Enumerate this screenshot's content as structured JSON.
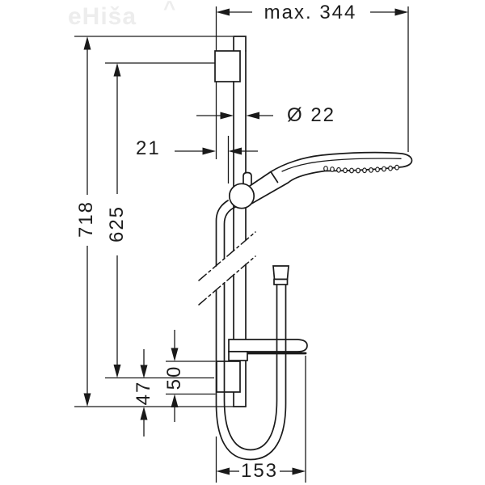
{
  "drawing": {
    "title": "shower-set-dimension-drawing",
    "watermark": "eHiša",
    "watermark_roof": "^",
    "labels": {
      "max_width": "max. 344",
      "rail_diameter": "Ø 22",
      "holder_offset": "21",
      "total_height": "718",
      "bracket_distance": "625",
      "bottom_offset": "47",
      "bracket_height": "50",
      "bottom_width": "153"
    },
    "colors": {
      "line": "#1a1a1a",
      "background": "#ffffff",
      "watermark": "#ededed"
    }
  }
}
